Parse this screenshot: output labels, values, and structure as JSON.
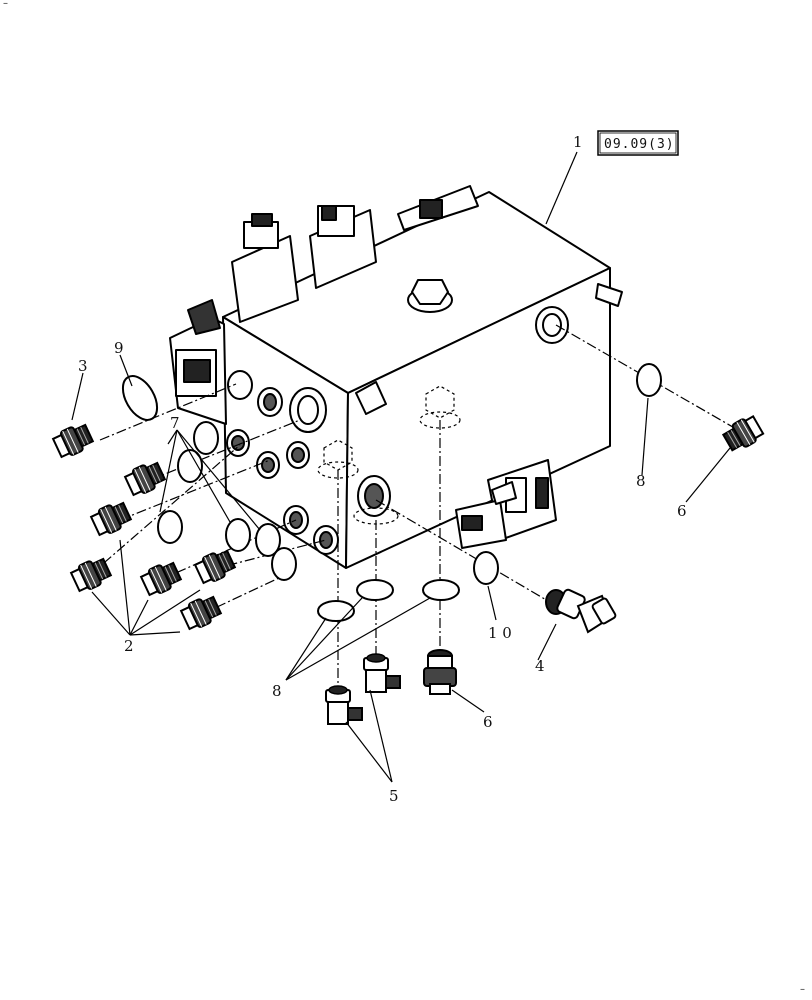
{
  "callouts": {
    "c1": "1",
    "c2": "2",
    "c3": "3",
    "c4": "4",
    "c5": "5",
    "c6a": "6",
    "c6b": "6",
    "c7": "7",
    "c8a": "8",
    "c8b": "8",
    "c9": "9",
    "c10": "1 0"
  },
  "reference_box": "09.09(3)",
  "corner_marks": {
    "top_left": "–",
    "bottom_right": "–"
  }
}
